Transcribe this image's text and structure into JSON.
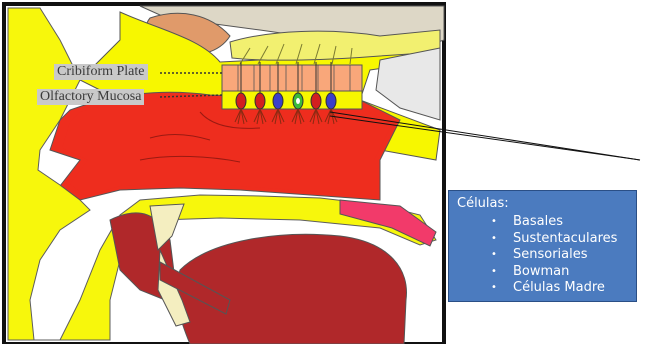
{
  "labels": {
    "cribiform_plate": "Cribiform Plate",
    "olfactory_mucosa": "Olfactory Mucosa"
  },
  "info_box": {
    "title": "Células:",
    "items": [
      "Basales",
      "Sustentaculares",
      "Sensoriales",
      "Bowman",
      "Células Madre"
    ]
  },
  "colors": {
    "mucosa_red": "#ee2d1e",
    "bone_yellow": "#f7f700",
    "tissue_dark_red": "#b0282a",
    "flesh_tan": "#e09a6a",
    "plate_salmon": "#f9a77a",
    "brain_gray": "#ddd7c6",
    "cell_red": "#d21f1f",
    "cell_blue": "#3a3fc9",
    "cell_green": "#3bbb3b",
    "box_blue": "#4b7bbf"
  }
}
